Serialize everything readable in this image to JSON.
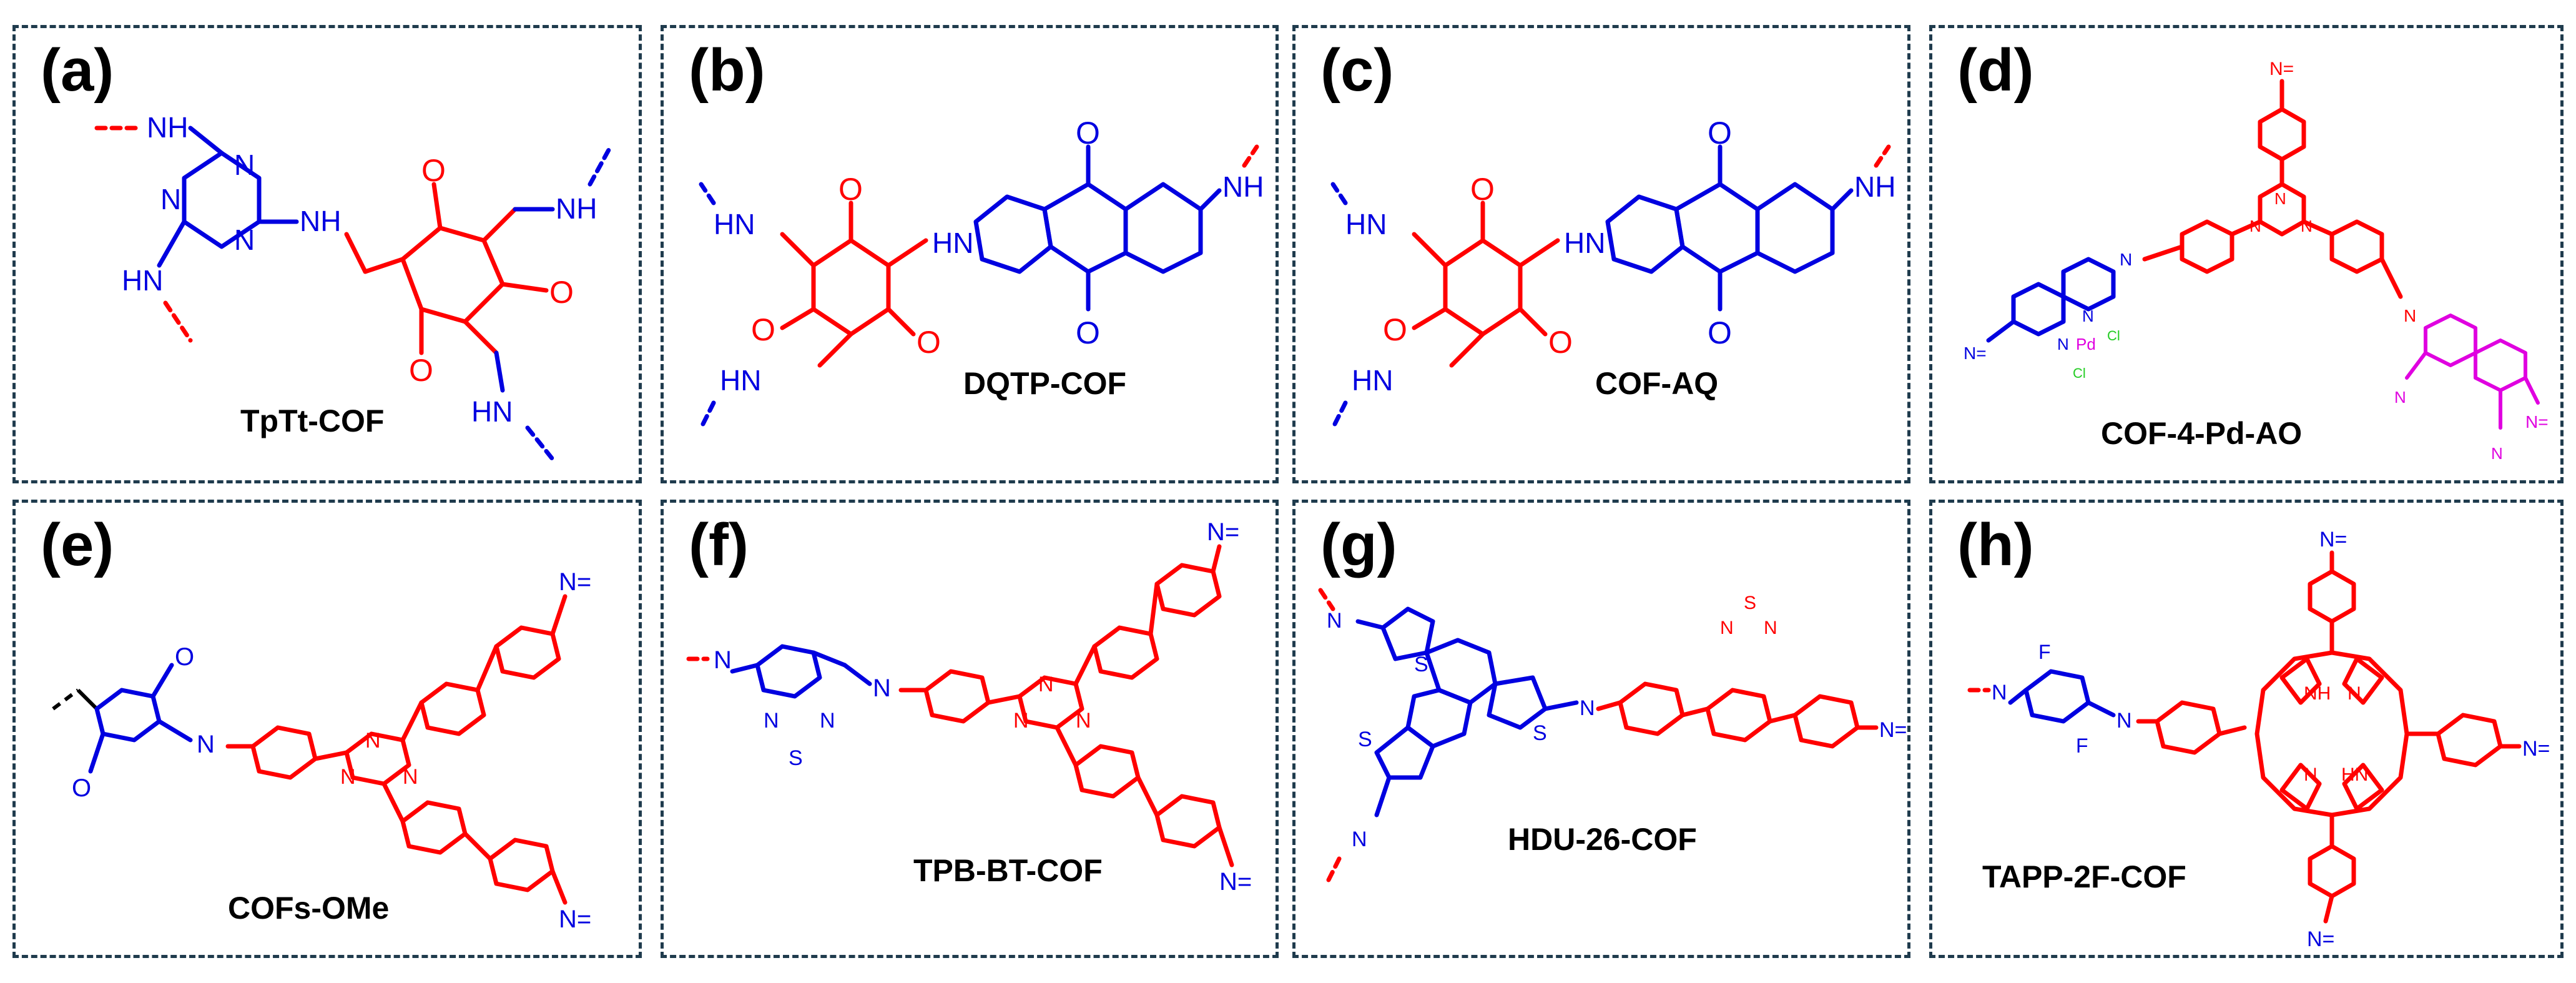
{
  "colors": {
    "frame": "#1f3b4d",
    "fragment_a": "#ff0000",
    "fragment_b": "#0000e0",
    "linker": "#e000e0",
    "ligand": "#22cc22"
  },
  "atoms": {
    "N": "N",
    "NH": "NH",
    "HN": "HN",
    "O": "O",
    "S": "S",
    "F": "F",
    "Pd": "Pd",
    "Cl": "Cl",
    "imine": "N="
  },
  "panels": [
    {
      "letter": "(a)",
      "name": "TpTt-COF"
    },
    {
      "letter": "(b)",
      "name": "DQTP-COF"
    },
    {
      "letter": "(c)",
      "name": "COF-AQ"
    },
    {
      "letter": "(d)",
      "name": "COF-4-Pd-AO"
    },
    {
      "letter": "(e)",
      "name": "COFs-OMe"
    },
    {
      "letter": "(f)",
      "name": "TPB-BT-COF"
    },
    {
      "letter": "(g)",
      "name": "HDU-26-COF"
    },
    {
      "letter": "(h)",
      "name": "TAPP-2F-COF"
    }
  ]
}
